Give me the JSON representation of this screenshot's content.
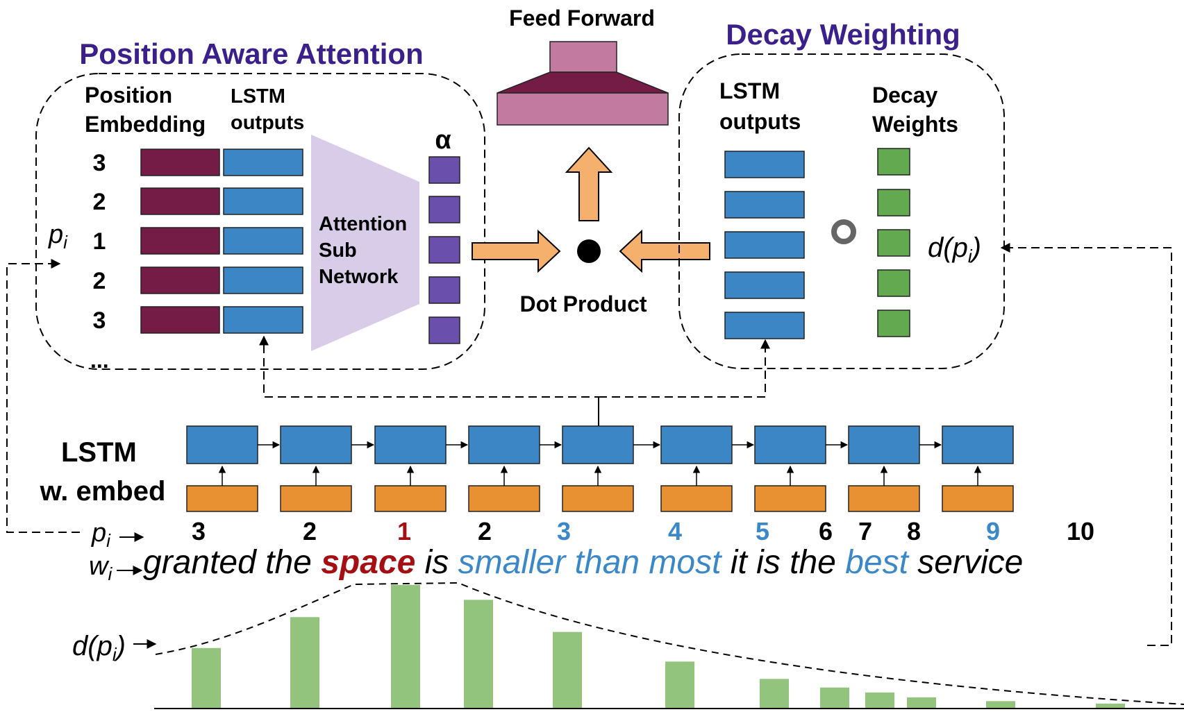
{
  "colors": {
    "purple_title": "#3b1f8a",
    "maroon": "#741c45",
    "pink": "#c27aa0",
    "blue": "#3d86c6",
    "orange_arrow": "#f5b06e",
    "attn_violet": "#d8cce8",
    "alpha_violet": "#6b4fad",
    "green_box": "#62a94f",
    "green_bar": "#93c47d",
    "lstm_orange": "#e89133",
    "red_word": "#a50f13",
    "blue_word": "#3b88c8"
  },
  "titles": {
    "feed_forward": "Feed Forward",
    "position_aware_attention": "Position Aware Attention",
    "decay_weighting": "Decay Weighting",
    "dot_product": "Dot Product"
  },
  "attention": {
    "position_embedding_label": [
      "Position",
      "Embedding"
    ],
    "lstm_outputs_label": [
      "LSTM",
      "outputs"
    ],
    "sub_network_label": [
      "Attention",
      "Sub",
      "Network"
    ],
    "alpha": "α",
    "positions": [
      "3",
      "2",
      "1",
      "2",
      "3"
    ],
    "ellipsis": "...",
    "pi_label": "p",
    "pi_sub": "i"
  },
  "decay": {
    "lstm_outputs_label": [
      "LSTM",
      "outputs"
    ],
    "decay_weights_label": [
      "Decay",
      "Weights"
    ],
    "hadamard": "o",
    "dpi_label": "d(p",
    "dpi_sub": "i",
    "dpi_close": ")"
  },
  "lstm_row": {
    "label": [
      "LSTM",
      "w. embed"
    ]
  },
  "sentence": {
    "pi_label": "p",
    "pi_sub": "i",
    "wi_label": "w",
    "wi_sub": "i",
    "positions": [
      "3",
      "2",
      "1",
      "2",
      "3",
      "4",
      "5",
      "6",
      "7",
      "8",
      "9",
      "10"
    ],
    "position_colors": [
      "black",
      "black",
      "red",
      "black",
      "blue",
      "blue",
      "blue",
      "black",
      "black",
      "black",
      "blue",
      "black"
    ],
    "words": [
      "granted",
      "the",
      "space",
      "is",
      "smaller",
      "than",
      "most",
      "it",
      "is",
      "the",
      "best",
      "service"
    ],
    "word_colors": [
      "black",
      "black",
      "red",
      "black",
      "blue",
      "blue",
      "blue",
      "black",
      "black",
      "black",
      "blue",
      "black"
    ]
  },
  "decay_bars": {
    "dpi_label": "d(p",
    "dpi_sub": "i",
    "dpi_close": ")",
    "heights": [
      0.49,
      0.74,
      1.0,
      0.88,
      0.62,
      0.38,
      0.24,
      0.17,
      0.13,
      0.09,
      0.06,
      0.04
    ]
  }
}
